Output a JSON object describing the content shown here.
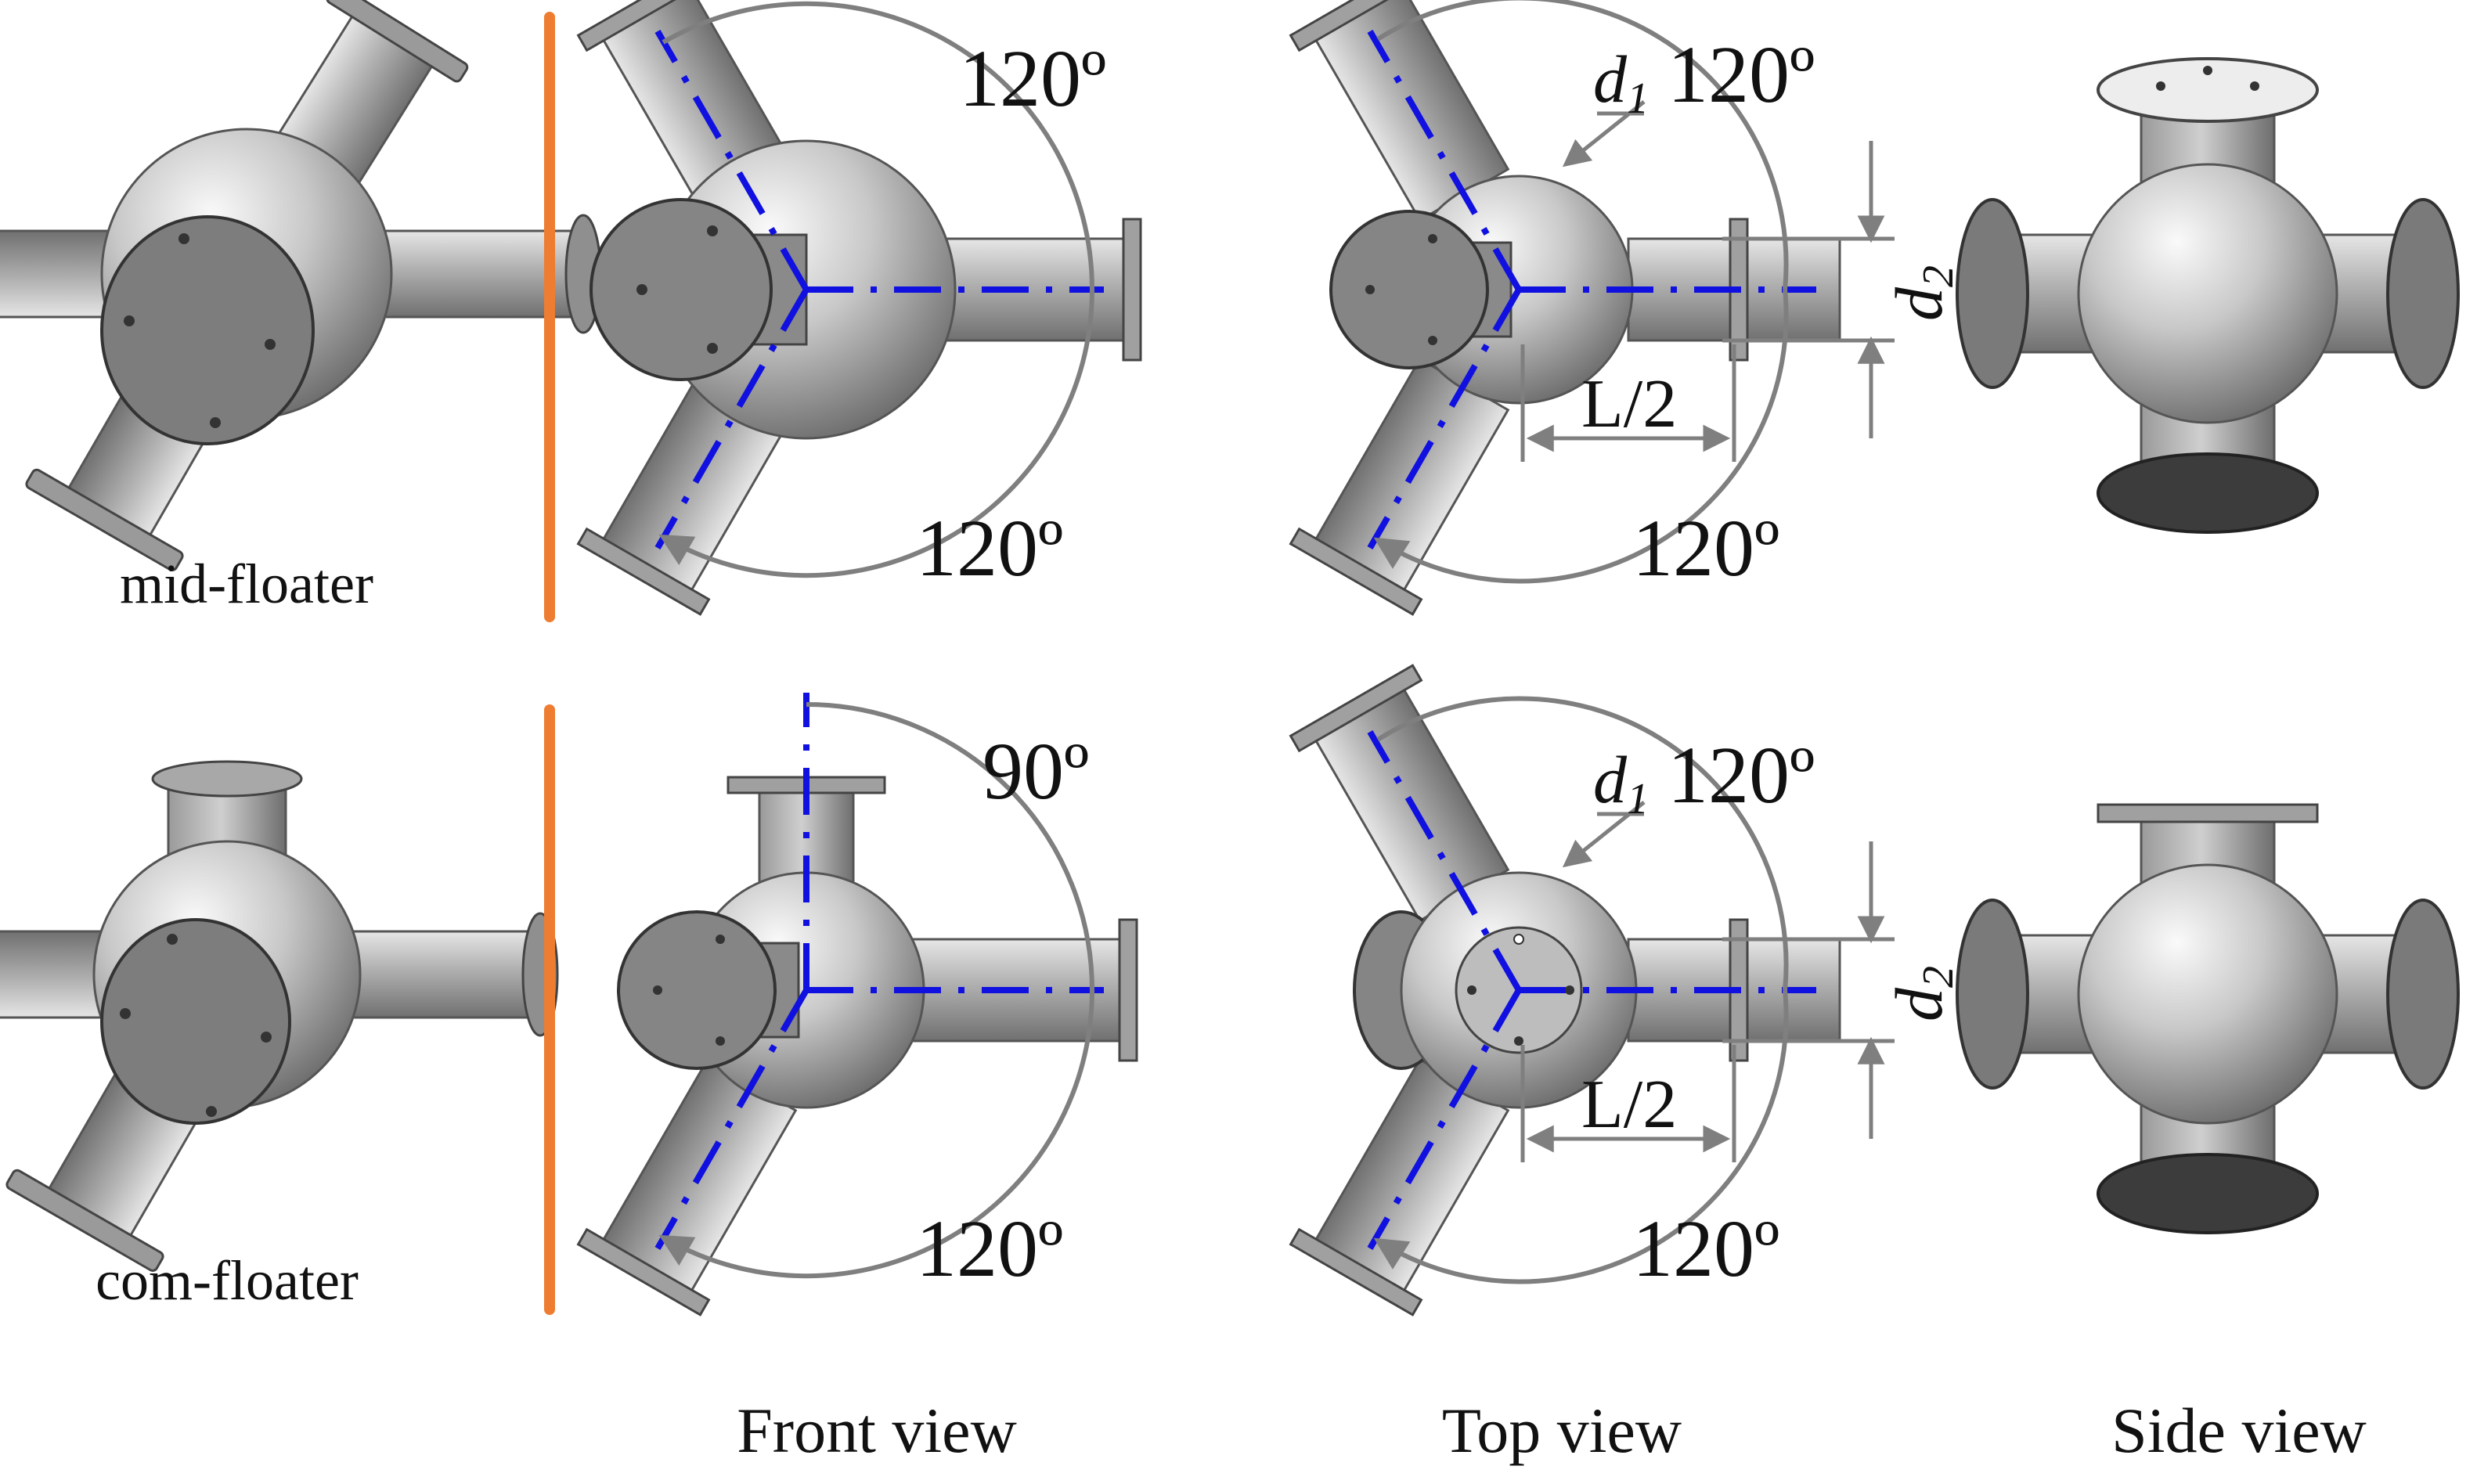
{
  "rows": [
    {
      "label": "mid-floater",
      "front": {
        "angle_top": "120º",
        "angle_bottom": "120º"
      },
      "top": {
        "d1": "d",
        "d1_sub": "1",
        "angle_top": "120º",
        "half_length": "L/2",
        "d2": "d",
        "d2_sub": "2",
        "angle_bottom": "120º"
      }
    },
    {
      "label": "com-floater",
      "front": {
        "angle_top": "90º",
        "angle_bottom": "120º"
      },
      "top": {
        "d1": "d",
        "d1_sub": "1",
        "angle_top": "120º",
        "half_length": "L/2",
        "d2": "d",
        "d2_sub": "2",
        "angle_bottom": "120º"
      }
    }
  ],
  "views": [
    "Front view",
    "Top view",
    "Side view"
  ],
  "colors": {
    "divider": "#ee7d31",
    "axis": "#1010e0",
    "dimension": "#7f7f7f",
    "metal": "#b8b8b8"
  }
}
